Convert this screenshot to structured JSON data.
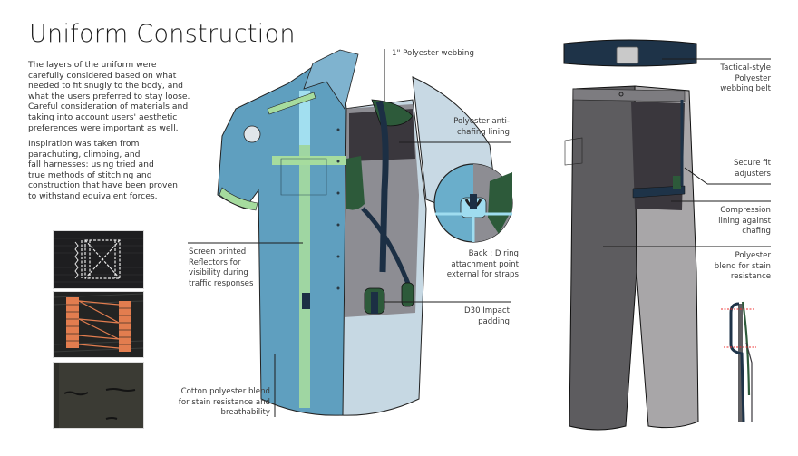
{
  "page": {
    "title": "Uniform Construction",
    "intro_paragraphs": [
      [
        "The layers of the uniform were",
        "carefully considered based on what",
        "needed to fit snugly to the body, and",
        "what the users preferred to stay loose.",
        "Careful consideration of materials and",
        "taking into account users' aesthetic",
        "preferences were important as well."
      ],
      [
        "Inspiration was taken from",
        "parachuting, climbing, and",
        "fall harnesses: using tried and",
        "true methods of stitching and",
        "construction that have been proven",
        "to withstand equivalent forces."
      ]
    ]
  },
  "swatches": [
    {
      "name": "white-box-x-stitch-webbing",
      "base": "#1c1c1e",
      "stitch": "#e8e8e8"
    },
    {
      "name": "orange-bar-tack-stitch-webbing",
      "base": "#222322",
      "stitch": "#e07a4f"
    },
    {
      "name": "dark-green-stitched-fabric",
      "base": "#3a3a33",
      "stitch": "#151515"
    }
  ],
  "shirt_labels": {
    "webbing": [
      "1\" Polyester webbing"
    ],
    "anti_chafing": [
      "Polyester anti-",
      "chafing lining"
    ],
    "reflectors": [
      "Screen printed",
      "Reflectors for",
      "visibility during",
      "traffic responses"
    ],
    "d_ring": [
      "Back : D ring",
      "attachment point",
      "external for straps"
    ],
    "d30": [
      "D30 Impact",
      "padding"
    ],
    "cotton": [
      "Cotton polyester blend",
      "for stain resistance and",
      "breathability"
    ]
  },
  "pants_labels": {
    "belt": [
      "Tactical-style",
      "Polyester",
      "webbing belt"
    ],
    "adjusters": [
      "Secure fit",
      "adjusters"
    ],
    "compression": [
      "Compression",
      "lining against",
      "chafing"
    ],
    "polyester": [
      "Polyester",
      "blend for stain",
      "resistance"
    ]
  },
  "colors": {
    "shirt_blue": "#5f9fbf",
    "shirt_light": "#c5d7e2",
    "reflector_green": "#9fd89a",
    "reflector_cyan": "#9fdcef",
    "harness_navy": "#1c2f44",
    "padding_green": "#2d5a3a",
    "lining_dark": "#3a373d",
    "pants_dark": "#5d5c5f",
    "pants_light": "#a8a6a8"
  }
}
